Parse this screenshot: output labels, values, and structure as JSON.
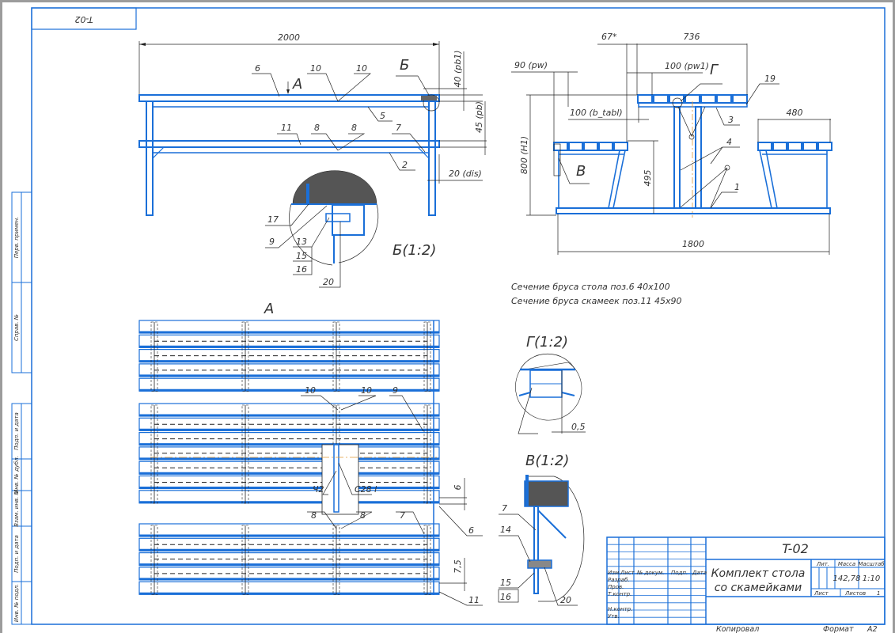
{
  "sheet": {
    "stamp_code": "T-02",
    "border_color": "#1a6fd8"
  },
  "side_strip": [
    "Перв. примен.",
    "Справ. №",
    "Подп. и дата",
    "Инв. № дубл.",
    "Взам. инв. №",
    "Подп. и дата",
    "Инв. № подл."
  ],
  "front_view": {
    "dim_length": "2000",
    "dim_pb1": "40 (pb1)",
    "dim_pb": "45 (pb)",
    "dim_dis": "20 (dis)",
    "view_arrow": "А",
    "detail_mark": "Б",
    "callouts": [
      "6",
      "10",
      "10",
      "5",
      "11",
      "8",
      "8",
      "7",
      "2"
    ]
  },
  "detail_b": {
    "title": "Б(1:2)",
    "callouts": [
      "17",
      "9",
      "13",
      "15",
      "16",
      "20"
    ]
  },
  "side_view": {
    "dim_angle": "67*",
    "dim_736": "736",
    "dim_pw": "90 (pw)",
    "dim_pw1": "100 (pw1)",
    "dim_b_tabl": "100 (b_tabl)",
    "dim_480": "480",
    "dim_h1": "800 (H1)",
    "dim_495": "495",
    "dim_1800": "1800",
    "detail_g": "Г",
    "detail_v": "В",
    "callouts": [
      "19",
      "3",
      "4",
      "1"
    ]
  },
  "notes": [
    "Сечение бруса стола поз.6  40x100",
    "Сечение бруса скамеек  поз.11 45x90"
  ],
  "plan_view": {
    "title": "А",
    "callouts": [
      "10",
      "10",
      "9",
      "Ч2",
      "С28 l",
      "8",
      "8",
      "7",
      "6",
      "11"
    ],
    "dim_6": "6",
    "dim_7_5": "7,5"
  },
  "detail_g": {
    "title": "Г(1:2)",
    "dim": "0,5"
  },
  "detail_v": {
    "title": "В(1:2)",
    "callouts": [
      "7",
      "14",
      "15",
      "16",
      "20"
    ]
  },
  "title_block": {
    "designation": "T-02",
    "name_line1": "Комплект стола",
    "name_line2": "со скамейками",
    "headers": {
      "izm": "Изм.",
      "list": "Лист",
      "doc": "№ докум.",
      "sign": "Подп.",
      "date": "Дата",
      "lit": "Лит.",
      "mass": "Масса",
      "scale": "Масштаб"
    },
    "mass": "142,78",
    "scale": "1:10",
    "sheet_label": "Лист",
    "sheets_label": "Листов",
    "sheets": "1",
    "roles": [
      "Разраб.",
      "Пров.",
      "Т.контр.",
      "Н.контр.",
      "Утв."
    ],
    "copied": "Копировал",
    "format_label": "Формат",
    "format": "A2"
  }
}
